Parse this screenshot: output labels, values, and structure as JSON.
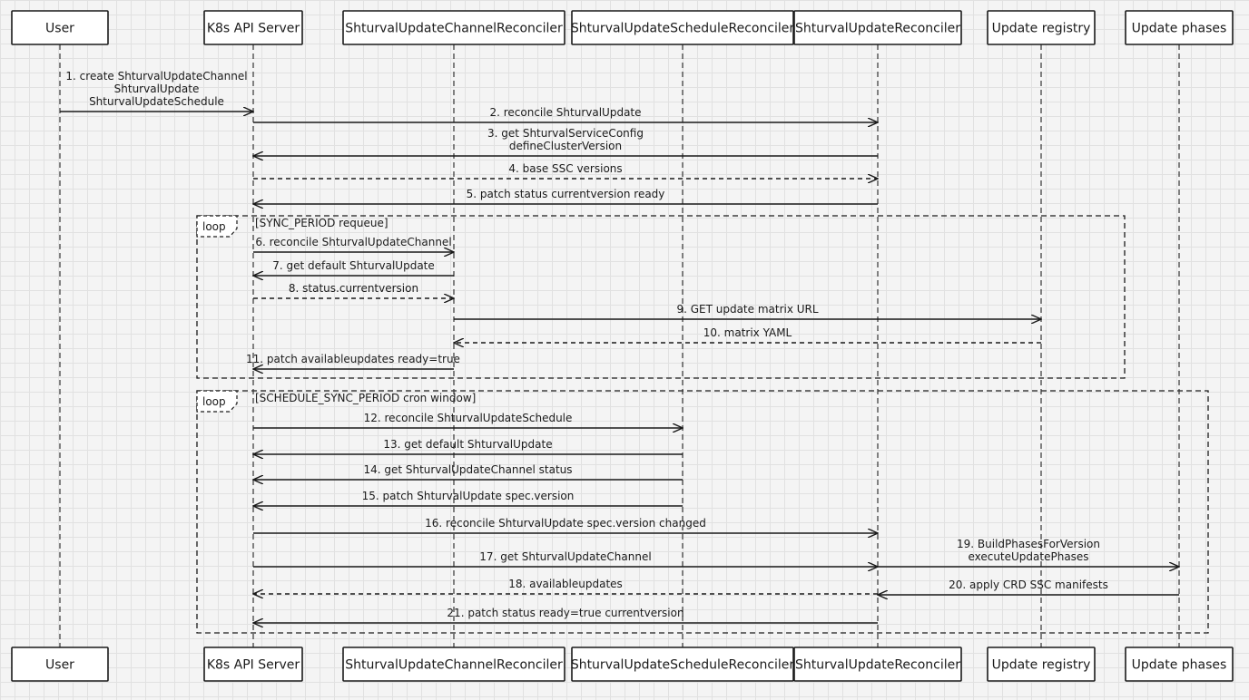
{
  "participants": [
    {
      "id": "user",
      "label": "User"
    },
    {
      "id": "api",
      "label": "K8s API Server"
    },
    {
      "id": "chan",
      "label": "ShturvalUpdateChannelReconciler"
    },
    {
      "id": "sched",
      "label": "ShturvalUpdateScheduleReconciler"
    },
    {
      "id": "upd",
      "label": "ShturvalUpdateReconciler"
    },
    {
      "id": "reg",
      "label": "Update registry"
    },
    {
      "id": "phases",
      "label": "Update phases"
    }
  ],
  "messages": [
    {
      "from": "user",
      "to": "api",
      "style": "solid",
      "lines": [
        "1. create ShturvalUpdateChannel",
        "ShturvalUpdate",
        "ShturvalUpdateSchedule"
      ]
    },
    {
      "from": "api",
      "to": "upd",
      "style": "solid",
      "lines": [
        "2. reconcile ShturvalUpdate"
      ]
    },
    {
      "from": "upd",
      "to": "api",
      "style": "solid",
      "lines": [
        "3. get ShturvalServiceConfig",
        "defineClusterVersion"
      ]
    },
    {
      "from": "api",
      "to": "upd",
      "style": "dashed",
      "lines": [
        "4. base SSC versions"
      ]
    },
    {
      "from": "upd",
      "to": "api",
      "style": "solid",
      "lines": [
        "5. patch status currentversion ready"
      ]
    },
    {
      "from": "api",
      "to": "chan",
      "style": "solid",
      "lines": [
        "6. reconcile ShturvalUpdateChannel"
      ]
    },
    {
      "from": "chan",
      "to": "api",
      "style": "solid",
      "lines": [
        "7. get default ShturvalUpdate"
      ]
    },
    {
      "from": "api",
      "to": "chan",
      "style": "dashed",
      "lines": [
        "8. status.currentversion"
      ]
    },
    {
      "from": "chan",
      "to": "reg",
      "style": "solid",
      "lines": [
        "9. GET update matrix URL"
      ]
    },
    {
      "from": "reg",
      "to": "chan",
      "style": "dashed",
      "lines": [
        "10. matrix YAML"
      ]
    },
    {
      "from": "chan",
      "to": "api",
      "style": "solid",
      "lines": [
        "11. patch availableupdates ready=true"
      ]
    },
    {
      "from": "api",
      "to": "sched",
      "style": "solid",
      "lines": [
        "12. reconcile ShturvalUpdateSchedule"
      ]
    },
    {
      "from": "sched",
      "to": "api",
      "style": "solid",
      "lines": [
        "13. get default ShturvalUpdate"
      ]
    },
    {
      "from": "sched",
      "to": "api",
      "style": "solid",
      "lines": [
        "14. get ShturvalUpdateChannel status"
      ]
    },
    {
      "from": "sched",
      "to": "api",
      "style": "solid",
      "lines": [
        "15. patch ShturvalUpdate spec.version"
      ]
    },
    {
      "from": "api",
      "to": "upd",
      "style": "solid",
      "lines": [
        "16. reconcile ShturvalUpdate spec.version changed"
      ]
    },
    {
      "from": "api",
      "to": "upd",
      "style": "solid",
      "lines": [
        "17. get ShturvalUpdateChannel"
      ]
    },
    {
      "from": "upd",
      "to": "phases",
      "style": "solid",
      "lines": [
        "19. BuildPhasesForVersion",
        "executeUpdatePhases"
      ]
    },
    {
      "from": "upd",
      "to": "api",
      "style": "dashed",
      "lines": [
        "18. availableupdates"
      ]
    },
    {
      "from": "phases",
      "to": "upd",
      "style": "solid",
      "lines": [
        "20. apply CRD SSC manifests"
      ]
    },
    {
      "from": "upd",
      "to": "api",
      "style": "solid",
      "lines": [
        "21. patch status ready=true currentversion"
      ]
    }
  ],
  "loops": [
    {
      "keyword": "loop",
      "condition": "[SYNC_PERIOD requeue]"
    },
    {
      "keyword": "loop",
      "condition": "[SCHEDULE_SYNC_PERIOD cron window]"
    }
  ],
  "colors": {
    "background": "#f4f4f4",
    "grid": "#e1e1e1",
    "ink": "#1a1a1a",
    "box_fill": "#ffffff"
  }
}
